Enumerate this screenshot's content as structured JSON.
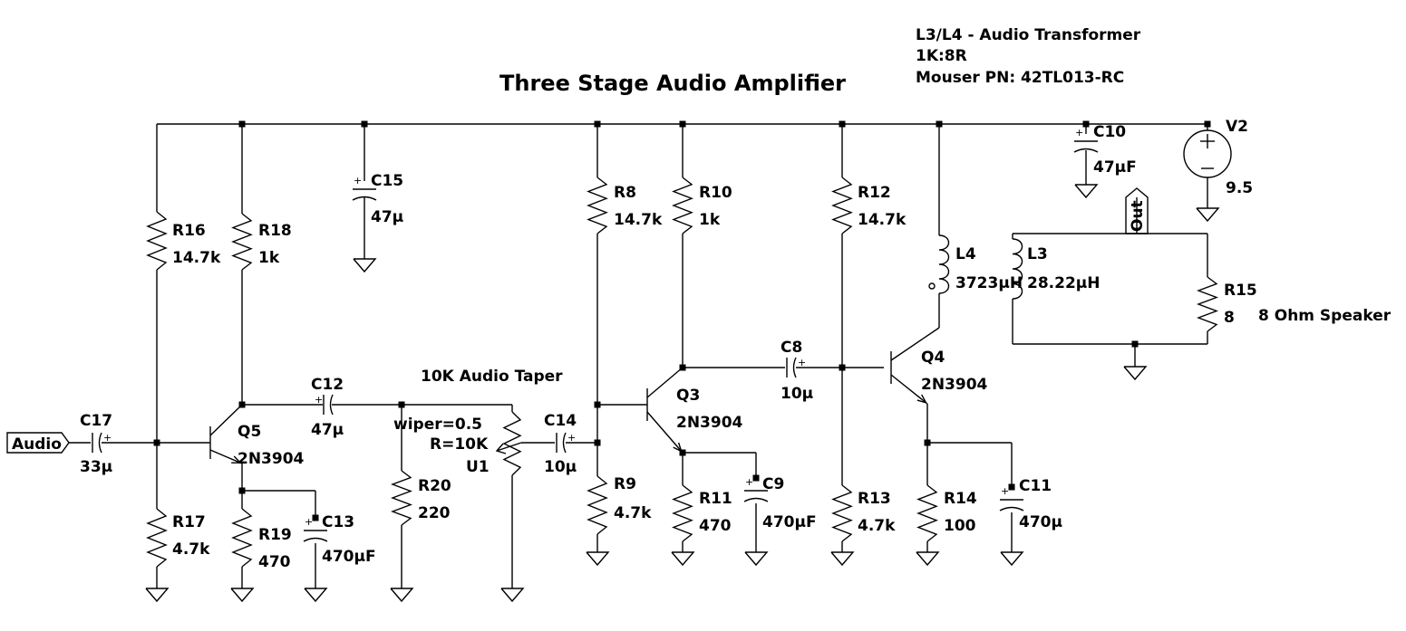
{
  "diagram": {
    "title": "Three Stage Audio Amplifier",
    "note": {
      "line1": "L3/L4 - Audio Transformer",
      "line2": "1K:8R",
      "line3": "Mouser PN: 42TL013-RC"
    },
    "ports": {
      "input": "Audio",
      "output": "Out"
    },
    "potentiometer": {
      "caption": "10K Audio Taper",
      "param1": "wiper=0.5",
      "param2": "R=10K",
      "ref": "U1"
    },
    "supply": {
      "ref": "V2",
      "value": "9.5"
    },
    "speaker_label": "8 Ohm Speaker",
    "components": {
      "R16": {
        "ref": "R16",
        "value": "14.7k"
      },
      "R18": {
        "ref": "R18",
        "value": "1k"
      },
      "R17": {
        "ref": "R17",
        "value": "4.7k"
      },
      "R19": {
        "ref": "R19",
        "value": "470"
      },
      "R20": {
        "ref": "R20",
        "value": "220"
      },
      "R8": {
        "ref": "R8",
        "value": "14.7k"
      },
      "R10": {
        "ref": "R10",
        "value": "1k"
      },
      "R9": {
        "ref": "R9",
        "value": "4.7k"
      },
      "R11": {
        "ref": "R11",
        "value": "470"
      },
      "R12": {
        "ref": "R12",
        "value": "14.7k"
      },
      "R13": {
        "ref": "R13",
        "value": "4.7k"
      },
      "R14": {
        "ref": "R14",
        "value": "100"
      },
      "R15": {
        "ref": "R15",
        "value": "8"
      },
      "C17": {
        "ref": "C17",
        "value": "33µ"
      },
      "C12": {
        "ref": "C12",
        "value": "47µ"
      },
      "C13": {
        "ref": "C13",
        "value": "470µF"
      },
      "C15": {
        "ref": "C15",
        "value": "47µ"
      },
      "C14": {
        "ref": "C14",
        "value": "10µ"
      },
      "C9": {
        "ref": "C9",
        "value": "470µF"
      },
      "C8": {
        "ref": "C8",
        "value": "10µ"
      },
      "C11": {
        "ref": "C11",
        "value": "470µ"
      },
      "C10": {
        "ref": "C10",
        "value": "47µF"
      },
      "L4": {
        "ref": "L4",
        "value": "3723µH"
      },
      "L3": {
        "ref": "L3",
        "value": "28.22µH"
      },
      "Q5": {
        "ref": "Q5",
        "value": "2N3904"
      },
      "Q3": {
        "ref": "Q3",
        "value": "2N3904"
      },
      "Q4": {
        "ref": "Q4",
        "value": "2N3904"
      }
    }
  }
}
